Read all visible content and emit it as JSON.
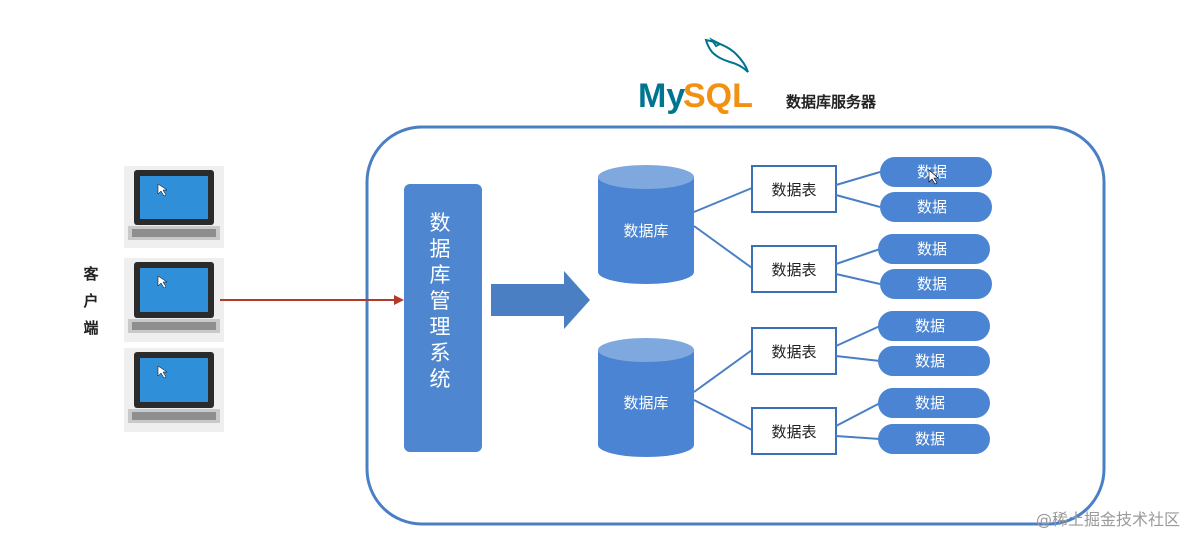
{
  "logo": {
    "text_my": "My",
    "text_sql": "SQL",
    "colors": {
      "my": "#00758f",
      "sql": "#f29111"
    }
  },
  "server_label": "数据库服务器",
  "client_label": "客户端",
  "dbms_label": "数据库管理系统",
  "databases": [
    {
      "label": "数据库",
      "tables": [
        {
          "label": "数据表",
          "rows": [
            "数据",
            "数据"
          ]
        },
        {
          "label": "数据表",
          "rows": [
            "数据",
            "数据"
          ]
        }
      ]
    },
    {
      "label": "数据库",
      "tables": [
        {
          "label": "数据表",
          "rows": [
            "数据",
            "数据"
          ]
        },
        {
          "label": "数据表",
          "rows": [
            "数据",
            "数据"
          ]
        }
      ]
    }
  ],
  "watermark": "@稀土掘金技术社区",
  "colors": {
    "server_border": "#4a7fc4",
    "dbms_fill": "#4f86d0",
    "db_fill": "#4a84d2",
    "db_top": "#7fa8df",
    "table_border": "#3b6fb6",
    "pill_fill": "#4a84d2",
    "connector": "#b23a2a",
    "arrow": "#4a7fc4",
    "laptop_screen": "#2f8fd8"
  }
}
